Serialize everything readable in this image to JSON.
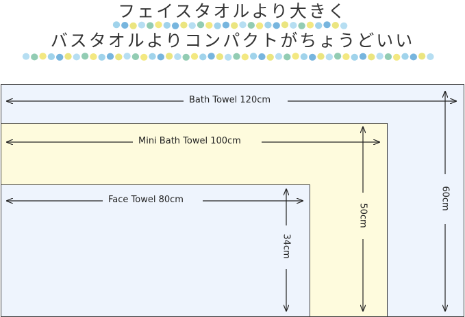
{
  "headline": {
    "line1": "フェイスタオルより大きく",
    "line2": "バスタオルよりコンパクトがちょうどいい"
  },
  "dot_colors": [
    "#8fcbe8",
    "#f1e46b",
    "#7fc3a6",
    "#a9d8f0",
    "#e7e06a",
    "#5fa8d8"
  ],
  "towels": [
    {
      "id": "bath",
      "width_label": "Bath Towel 120cm",
      "height_label": "60cm",
      "fill": "#eef4fd"
    },
    {
      "id": "mini",
      "width_label": "Mini Bath Towel 100cm",
      "height_label": "50cm",
      "fill": "#fefbdd"
    },
    {
      "id": "face",
      "width_label": "Face Towel 80cm",
      "height_label": "34cm",
      "fill": "#eef4fd"
    }
  ]
}
